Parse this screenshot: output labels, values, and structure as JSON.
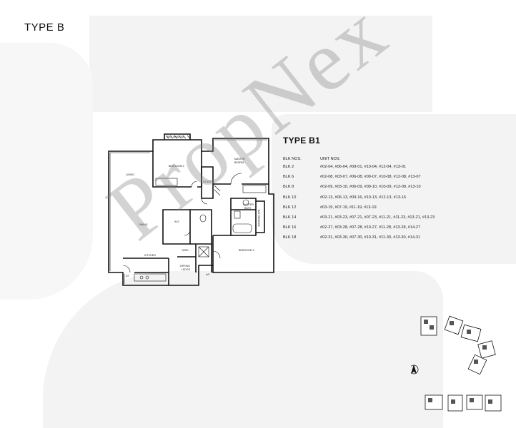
{
  "title": "TYPE B",
  "unit_type": "TYPE B1",
  "table": {
    "headers": [
      "BLK NOS.",
      "UNIT NOS."
    ],
    "rows": [
      {
        "blk": "BLK 2",
        "units": "#02-04, #06-04, #09-01, #10-04, #12-04, #13-01"
      },
      {
        "blk": "BLK 6",
        "units": "#02-08, #03-07, #06-08, #09-07, #10-08, #12-08, #13-07"
      },
      {
        "blk": "BLK 8",
        "units": "#02-09, #03-10, #06-09, #09-10, #10-09, #12-09, #13-10"
      },
      {
        "blk": "BLK 10",
        "units": "#02-13, #06-13, #09-16, #10-13, #12-13, #13-16"
      },
      {
        "blk": "BLK 12",
        "units": "#03-19, #07-19, #11-19, #13-19"
      },
      {
        "blk": "BLK 14",
        "units": "#03-21, #03-23, #07-21, #07-23, #11-21, #11-23, #13-21, #13-23"
      },
      {
        "blk": "BLK 16",
        "units": "#02-27, #03-28, #07-28, #10-27, #11-28, #13-28, #14-27"
      },
      {
        "blk": "BLK 18",
        "units": "#02-31, #03-30, #07-30, #10-31, #11-30, #13-30, #14-31"
      }
    ]
  },
  "rooms": {
    "bay_window_top": "BAY WINDOW",
    "bedroom2": "BEDROOM 2",
    "living": "LIVING",
    "study": "STUDY",
    "master_bedroom_line1": "MASTER",
    "master_bedroom_line2": "BEDRM",
    "master_bath_line1": "MASTER",
    "master_bath_line2": "BATH",
    "bay_window_side": "BAY WINDOW",
    "dining": "DINING",
    "wc": "W.S",
    "yard": "YARD",
    "bedroom3": "BEDROOM 3",
    "kitchen": "KITCHEN",
    "drying_line1": "DRYING",
    "drying_line2": "LEDGE",
    "ac": "A/C",
    "dt": "DT"
  },
  "watermark": "PropNex",
  "north_symbol": "A"
}
